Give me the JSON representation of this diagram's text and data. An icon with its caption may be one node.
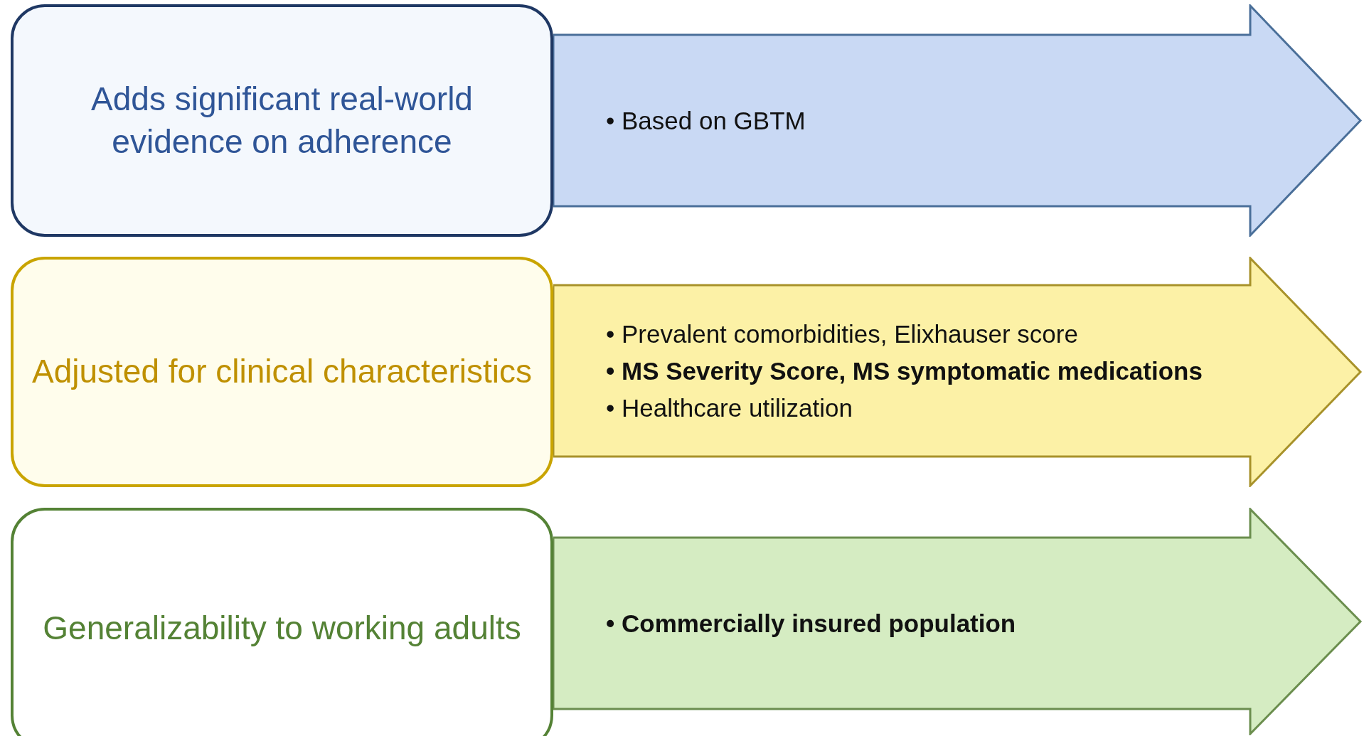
{
  "diagram": {
    "nodes": [
      {
        "text": [
          "Adds significant real-world evidence on adherence"
        ]
      },
      {
        "text": [
          "• Based on GBTM"
        ]
      },
      {
        "text": [
          "Adjusted for clinical characteristics"
        ]
      },
      {
        "text": [
          "• Prevalent comorbidities, Elixhauser score",
          "• MS Severity Score, MS symptomatic medications",
          "• Healthcare utilization"
        ]
      },
      {
        "text": [
          "Generalizability to working adults"
        ]
      },
      {
        "text": [
          "• Commercially insured population"
        ]
      }
    ]
  }
}
